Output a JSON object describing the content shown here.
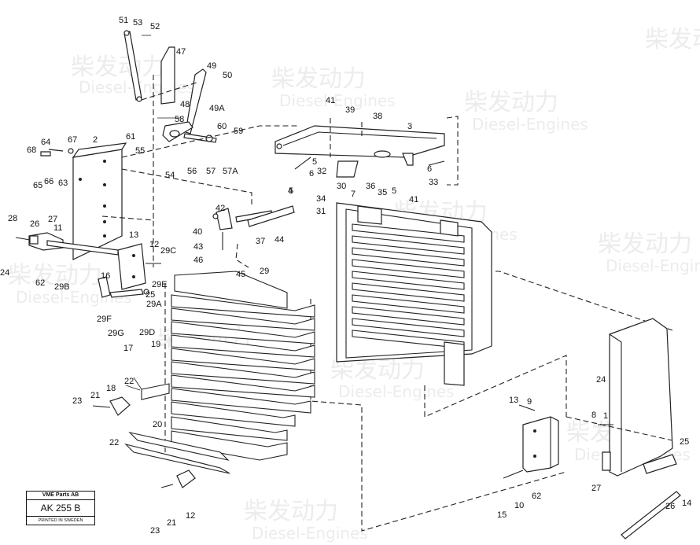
{
  "stamp": {
    "company": "VME Parts AB",
    "code": "AK 255 B",
    "note": "PRINTED IN SWEDEN"
  },
  "watermark": {
    "text_cn": "柴发动力",
    "text_en": "Diesel-Engines"
  },
  "callouts": [
    "51",
    "53",
    "52",
    "47",
    "49",
    "50",
    "48",
    "49A",
    "58",
    "60",
    "59",
    "61",
    "55",
    "54",
    "56",
    "57",
    "57A",
    "2",
    "67",
    "64",
    "68",
    "66",
    "63",
    "65",
    "41",
    "39",
    "38",
    "3",
    "5",
    "6",
    "32",
    "5",
    "4",
    "30",
    "36",
    "35",
    "5",
    "6",
    "33",
    "34",
    "31",
    "7",
    "41",
    "42",
    "40",
    "37",
    "44",
    "43",
    "46",
    "45",
    "29",
    "28",
    "26",
    "27",
    "11",
    "13",
    "12",
    "29C",
    "24",
    "62",
    "29B",
    "16",
    "29E",
    "25",
    "29F",
    "29A",
    "29G",
    "29D",
    "17",
    "19",
    "22",
    "23",
    "21",
    "18",
    "20",
    "22",
    "23",
    "21",
    "12",
    "13",
    "9",
    "8",
    "1",
    "24",
    "25",
    "27",
    "26",
    "14",
    "15",
    "10",
    "62"
  ]
}
